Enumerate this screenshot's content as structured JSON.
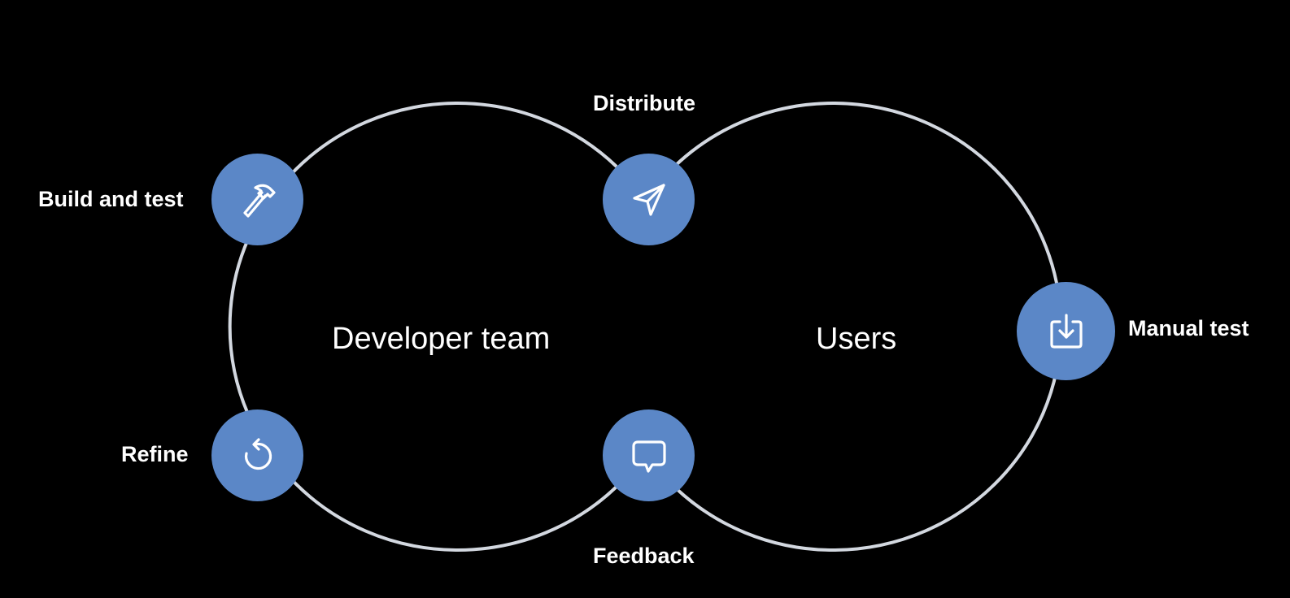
{
  "colors": {
    "background": "#000000",
    "loop_stroke": "#d3d8e0",
    "node_fill": "#5b87c7",
    "icon_stroke": "#ffffff",
    "text": "#ffffff"
  },
  "groups": {
    "left": "Developer team",
    "right": "Users"
  },
  "steps": {
    "build": {
      "label": "Build and test",
      "icon": "hammer-icon"
    },
    "distribute": {
      "label": "Distribute",
      "icon": "paper-plane-icon"
    },
    "manual_test": {
      "label": "Manual test",
      "icon": "download-tray-icon"
    },
    "feedback": {
      "label": "Feedback",
      "icon": "speech-bubble-icon"
    },
    "refine": {
      "label": "Refine",
      "icon": "counterclockwise-arrow-icon"
    }
  }
}
